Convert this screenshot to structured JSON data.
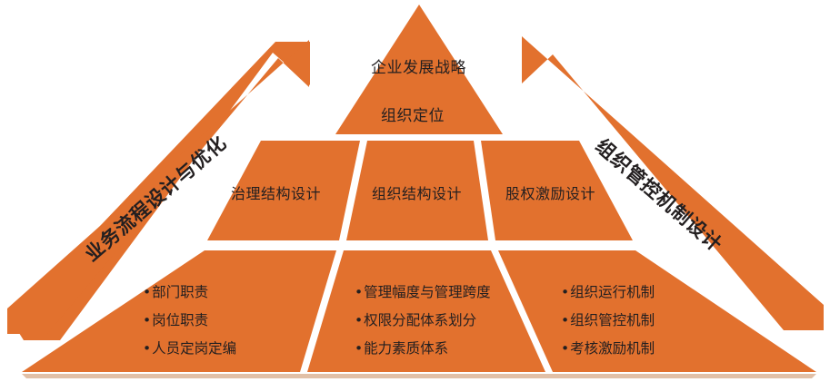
{
  "diagram": {
    "type": "pyramid-with-arrows",
    "colors": {
      "orange": "#E2712E",
      "orange_shadow": "#C9621F",
      "divider": "#FFFFFF",
      "text": "#231F20",
      "background": "#FFFFFF"
    },
    "apex_rows": [
      {
        "label": "企业发展战略"
      },
      {
        "label": "组织定位"
      }
    ],
    "middle_row": [
      {
        "label": "治理结构设计"
      },
      {
        "label": "组织结构设计"
      },
      {
        "label": "股权激励设计"
      }
    ],
    "bottom_row": [
      {
        "bullets": [
          "部门职责",
          "岗位职责",
          "人员定岗定编"
        ]
      },
      {
        "bullets": [
          "管理幅度与管理跨度",
          "权限分配体系划分",
          "能力素质体系"
        ]
      },
      {
        "bullets": [
          "组织运行机制",
          "组织管控机制",
          "考核激励机制"
        ]
      }
    ],
    "arrows": [
      {
        "label": "业务流程设计与优化",
        "direction": "up-right",
        "side": "left"
      },
      {
        "label": "组织管控机制设计",
        "direction": "up-left",
        "side": "right"
      }
    ],
    "bullet_glyph": "•"
  }
}
